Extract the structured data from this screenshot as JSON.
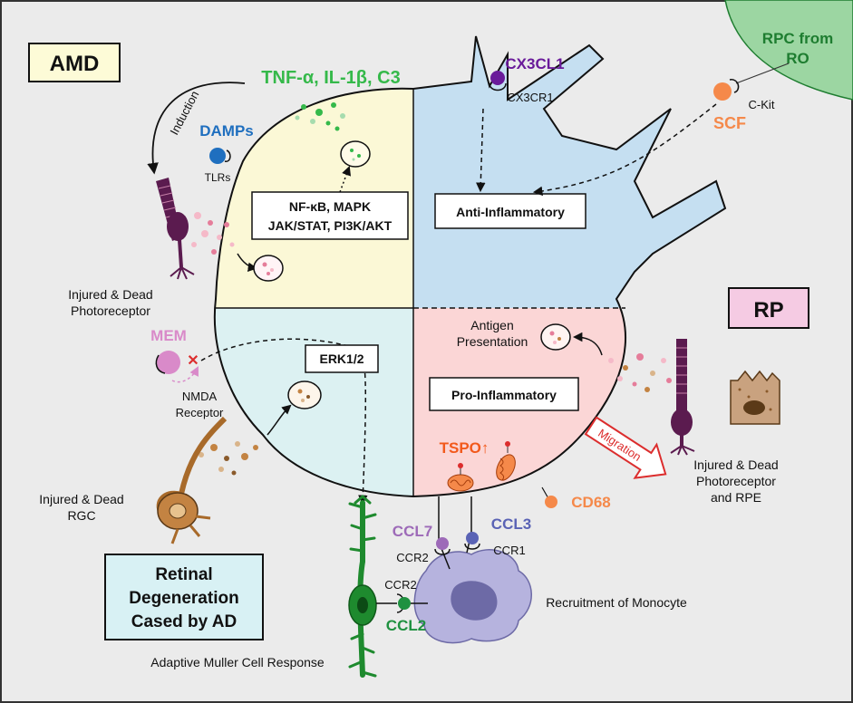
{
  "title_boxes": {
    "amd": "AMD",
    "rp": "RP",
    "rpc": [
      "RPC from",
      "RO"
    ],
    "retinal": [
      "Retinal",
      "Degeneration",
      "Cased by AD"
    ]
  },
  "labels": {
    "tnf": "TNF-α, IL-1β, C3",
    "induction": "Induction",
    "damps": "DAMPs",
    "tlrs": "TLRs",
    "nfkb_line1": "NF-κB, MAPK",
    "nfkb_line2": "JAK/STAT, PI3K/AKT",
    "injured_photo_line1": "Injured & Dead",
    "injured_photo_line2": "Photoreceptor",
    "cx3cl1": "CX3CL1",
    "cx3cr1": "CX3CR1",
    "anti_inflammatory": "Anti-Inflammatory",
    "ckit": "C-Kit",
    "scf": "SCF",
    "mem": "MEM",
    "nmda_line1": "NMDA",
    "nmda_line2": "Receptor",
    "erk": "ERK1/2",
    "injured_rgc_line1": "Injured & Dead",
    "injured_rgc_line2": "RGC",
    "antigen_line1": "Antigen",
    "antigen_line2": "Presentation",
    "pro_inflammatory": "Pro-Inflammatory",
    "tspo": "TSPO↑",
    "migration": "Migration",
    "cd68": "CD68",
    "injured_rpe_line1": "Injured & Dead",
    "injured_rpe_line2": "Photoreceptor",
    "injured_rpe_line3": "and RPE",
    "ccl7": "CCL7",
    "ccl3": "CCL3",
    "ccr2_a": "CCR2",
    "ccr1": "CCR1",
    "ccr2_b": "CCR2",
    "ccl2": "CCL2",
    "recruitment": "Recruitment of Monocyte",
    "muller": "Adaptive Muller Cell Response"
  },
  "colors": {
    "background": "#ebebeb",
    "q_amd": "#fbf8d6",
    "q_anti": "#c5dff1",
    "q_ad": "#dcf1f2",
    "q_pro": "#fbd6d6",
    "rpc_fill": "#9cd6a2",
    "rpc_text": "#1e7d30",
    "amd_box": "#fdfbd7",
    "rp_box": "#f5cbe3",
    "ad_box": "#d8f1f4",
    "tnf_green": "#35b94a",
    "damps_blue": "#1f6fbf",
    "cx3cl1_purple": "#6a1b9a",
    "scf_orange": "#f5894a",
    "mem_pink": "#d98ac9",
    "tspo_orange": "#f2591b",
    "migration_red": "#dc2d2d",
    "cd68_orange": "#f5894a",
    "ccl7_violet": "#9d6ab8",
    "ccl3_blue": "#5a63b5",
    "ccl2_green": "#1f9140",
    "monocyte": "#b6b3de",
    "muller_green": "#1e8a2e",
    "photoreceptor": "#5b1b4f"
  }
}
